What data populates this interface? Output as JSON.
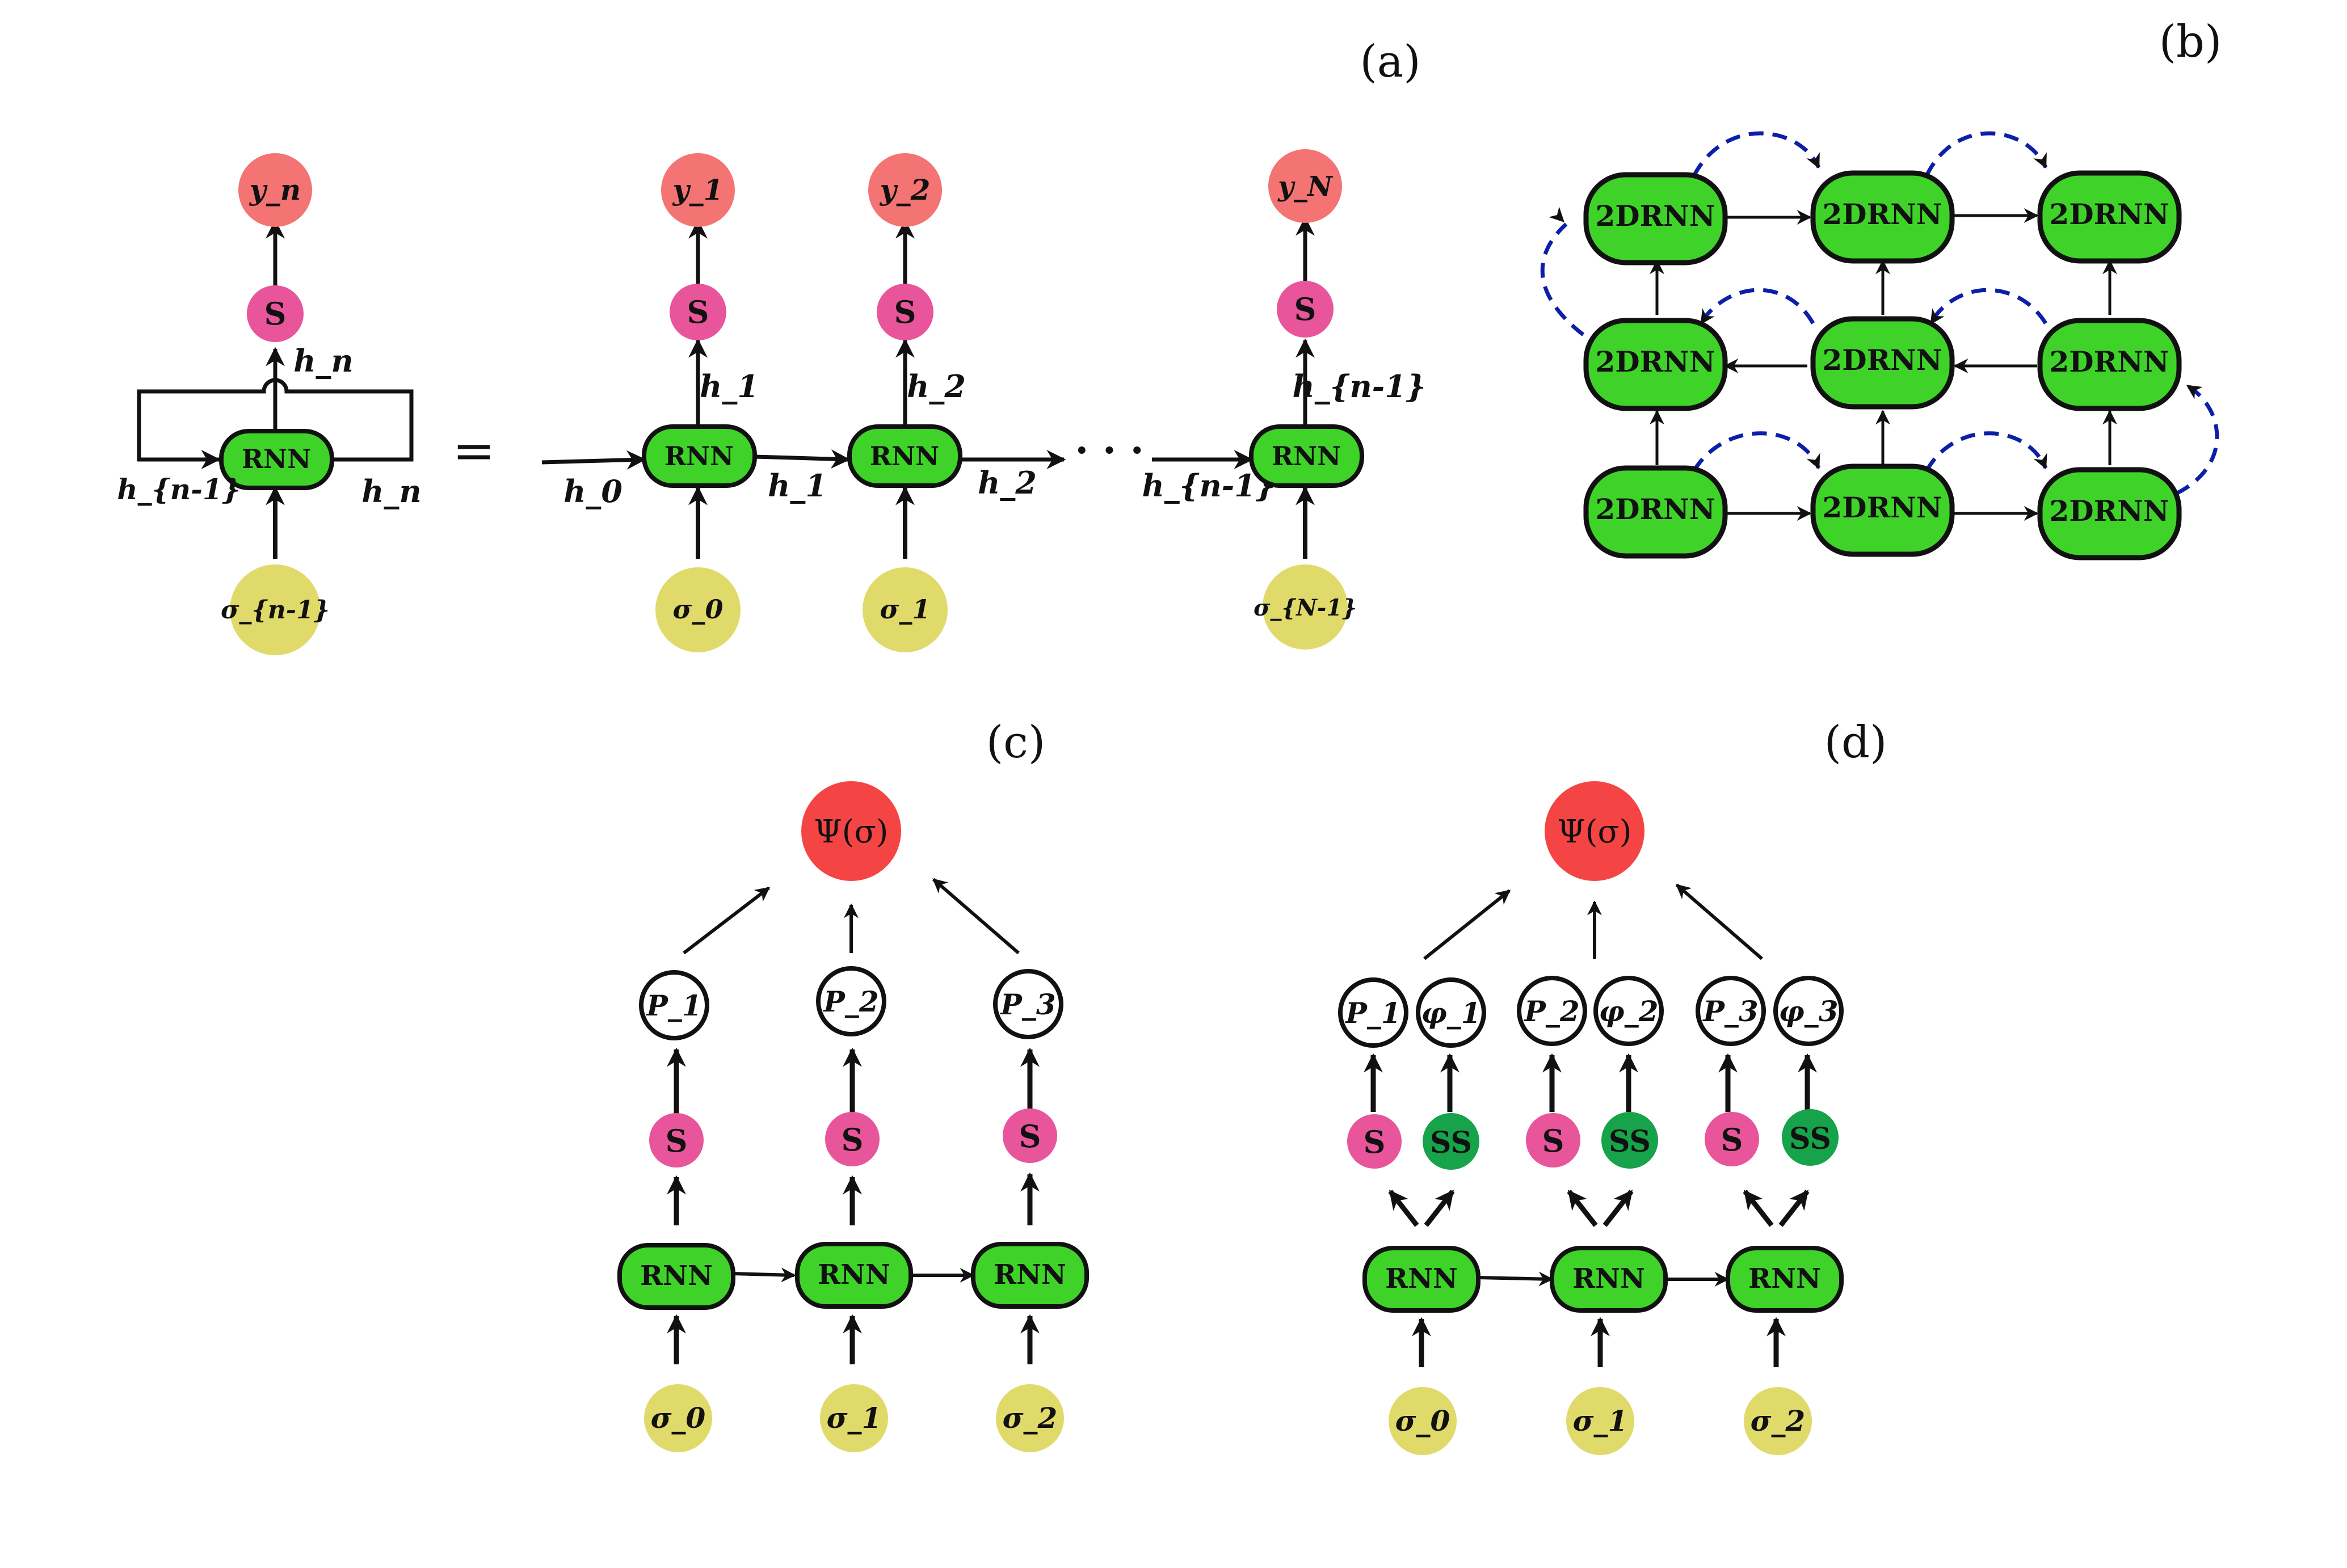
{
  "panels": {
    "a": "(a)",
    "b": "(b)",
    "c": "(c)",
    "d": "(d)"
  },
  "colors": {
    "rnn_fill": "#3fd32a",
    "output_node": "#f47373",
    "softmax_node": "#e8559b",
    "input_node": "#e0da6b",
    "psi_node": "#f44444",
    "ss_node": "#16a34a",
    "recurrent_arrow": "#0b1fa8"
  },
  "panel_a": {
    "equals": "=",
    "folded": {
      "rnn": "RNN",
      "softmax": "S",
      "output": "y_n",
      "input": "σ_{n-1}",
      "h_in": "h_{n-1}",
      "h_out": "h_n",
      "h_up": "h_n"
    },
    "unrolled": {
      "rnn": "RNN",
      "softmax": "S",
      "dots": "· · ·",
      "h_initial": "h_0",
      "cells": [
        {
          "output": "y_1",
          "hidden_up": "h_1",
          "input": "σ_0",
          "hidden_right": "h_1"
        },
        {
          "output": "y_2",
          "hidden_up": "h_2",
          "input": "σ_1",
          "hidden_right": "h_2"
        },
        {
          "output": "y_N",
          "hidden_up": "h_{n-1}",
          "input": "σ_{N-1}",
          "hidden_left": "h_{n-1}"
        }
      ]
    }
  },
  "panel_b": {
    "cell_label": "2DRNN",
    "rows": 3,
    "cols": 3
  },
  "panel_c": {
    "psi": "Ψ(σ)",
    "rnn": "RNN",
    "softmax": "S",
    "cells": [
      {
        "prob": "P_1",
        "input": "σ_0"
      },
      {
        "prob": "P_2",
        "input": "σ_1"
      },
      {
        "prob": "P_3",
        "input": "σ_2"
      }
    ]
  },
  "panel_d": {
    "psi": "Ψ(σ)",
    "rnn": "RNN",
    "softmax": "S",
    "softsign": "SS",
    "cells": [
      {
        "prob": "P_1",
        "phase": "φ_1",
        "input": "σ_0"
      },
      {
        "prob": "P_2",
        "phase": "φ_2",
        "input": "σ_1"
      },
      {
        "prob": "P_3",
        "phase": "φ_3",
        "input": "σ_2"
      }
    ]
  }
}
